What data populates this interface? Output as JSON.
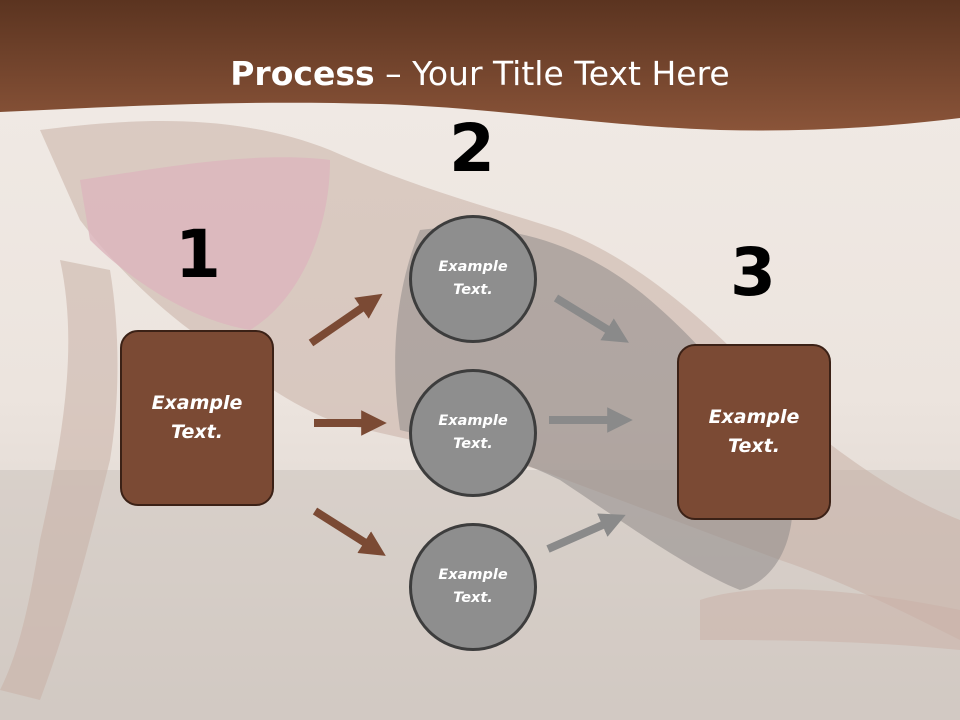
{
  "title": {
    "bold": "Process",
    "rest": " – Your Title Text Here"
  },
  "steps": {
    "one": "1",
    "two": "2",
    "three": "3"
  },
  "left_box": {
    "text": "Example Text."
  },
  "right_box": {
    "text": "Example Text."
  },
  "circles": [
    {
      "text": "Example Text."
    },
    {
      "text": "Example Text."
    },
    {
      "text": "Example Text."
    }
  ],
  "colors": {
    "banner": "#7b4a34",
    "box": "#7b4a34",
    "circle": "#8e8e8e",
    "left_arrow": "#7b4a34",
    "right_arrow": "#8a8a8a"
  }
}
